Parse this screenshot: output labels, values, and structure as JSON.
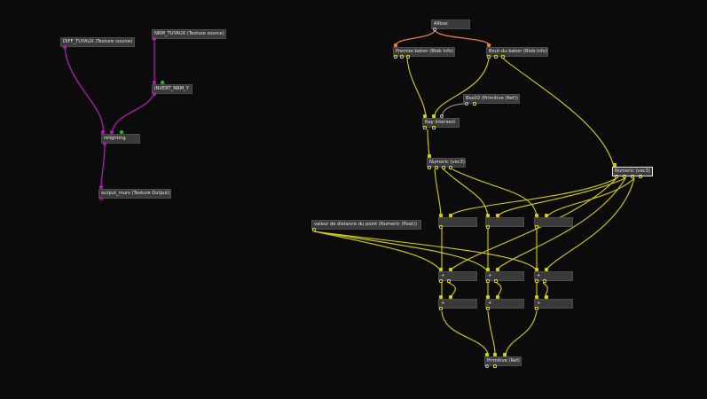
{
  "colors": {
    "wire_yellow": "#d6d000",
    "wire_purple": "#b21bb2",
    "wire_orange": "#ea7a3f",
    "wire_grey": "#9a9a9a",
    "node_bg": "#3a3a3a"
  },
  "nodes": {
    "diff_tuyaux": "DIFF_TUYAUX (Texture source)",
    "nrm_tuyaux": "NRM_TUYAUX (Texture source)",
    "invert_nrm_y": "INVERT_NRM_Y",
    "relighting": "relighting",
    "output_murs": "output_murs (Texture Output)",
    "allbox": "Allbox",
    "premiere_baton": "Premier-baton (Blob Info)",
    "bout_du_baton": "Bout-du-baton (Blob Info)",
    "box02": "Box02 (Primitive (Ref))",
    "ray_intersect": "Ray Intersect",
    "numeric_vec3_a": "Numeric (vec3)",
    "numeric_vec3_b": "Numeric (vec3)",
    "valeur_distance": "valeur de distance du point (Numeric (float))",
    "primitive_ref": "Primitive (Ref)",
    "op_label": "+"
  }
}
